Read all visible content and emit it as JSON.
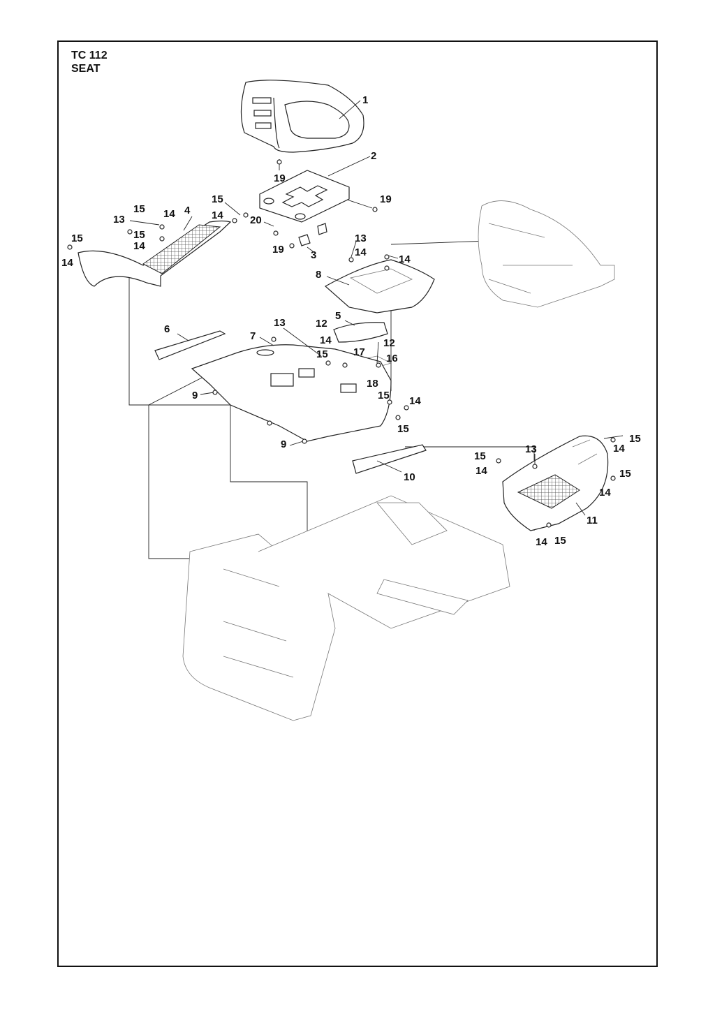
{
  "drawing": {
    "model": "TC 112",
    "section": "SEAT"
  },
  "callouts": [
    {
      "id": "c1",
      "text": "1"
    },
    {
      "id": "c2",
      "text": "2"
    },
    {
      "id": "c19a",
      "text": "19"
    },
    {
      "id": "c19b",
      "text": "19"
    },
    {
      "id": "c19c",
      "text": "19"
    },
    {
      "id": "c20",
      "text": "20"
    },
    {
      "id": "c3",
      "text": "3"
    },
    {
      "id": "c15a",
      "text": "15"
    },
    {
      "id": "c15b",
      "text": "15"
    },
    {
      "id": "c15c",
      "text": "15"
    },
    {
      "id": "c15d",
      "text": "15"
    },
    {
      "id": "c14a",
      "text": "14"
    },
    {
      "id": "c14b",
      "text": "14"
    },
    {
      "id": "c14c",
      "text": "14"
    },
    {
      "id": "c14d",
      "text": "14"
    },
    {
      "id": "c4",
      "text": "4"
    },
    {
      "id": "c13a",
      "text": "13"
    },
    {
      "id": "c13b",
      "text": "13"
    },
    {
      "id": "c14e",
      "text": "14"
    },
    {
      "id": "c14f",
      "text": "14"
    },
    {
      "id": "c8",
      "text": "8"
    },
    {
      "id": "c6",
      "text": "6"
    },
    {
      "id": "c7",
      "text": "7"
    },
    {
      "id": "c13c",
      "text": "13"
    },
    {
      "id": "c12a",
      "text": "12"
    },
    {
      "id": "c5",
      "text": "5"
    },
    {
      "id": "c14g",
      "text": "14"
    },
    {
      "id": "c15e",
      "text": "15"
    },
    {
      "id": "c17",
      "text": "17"
    },
    {
      "id": "c12b",
      "text": "12"
    },
    {
      "id": "c16",
      "text": "16"
    },
    {
      "id": "c18",
      "text": "18"
    },
    {
      "id": "c9a",
      "text": "9"
    },
    {
      "id": "c15f",
      "text": "15"
    },
    {
      "id": "c14h",
      "text": "14"
    },
    {
      "id": "c15g",
      "text": "15"
    },
    {
      "id": "c9b",
      "text": "9"
    },
    {
      "id": "c10",
      "text": "10"
    },
    {
      "id": "c15h",
      "text": "15"
    },
    {
      "id": "c14i",
      "text": "14"
    },
    {
      "id": "c13d",
      "text": "13"
    },
    {
      "id": "c15i",
      "text": "15"
    },
    {
      "id": "c14j",
      "text": "14"
    },
    {
      "id": "c15j",
      "text": "15"
    },
    {
      "id": "c14k",
      "text": "14"
    },
    {
      "id": "c11",
      "text": "11"
    },
    {
      "id": "c14l",
      "text": "14"
    },
    {
      "id": "c15k",
      "text": "15"
    }
  ]
}
